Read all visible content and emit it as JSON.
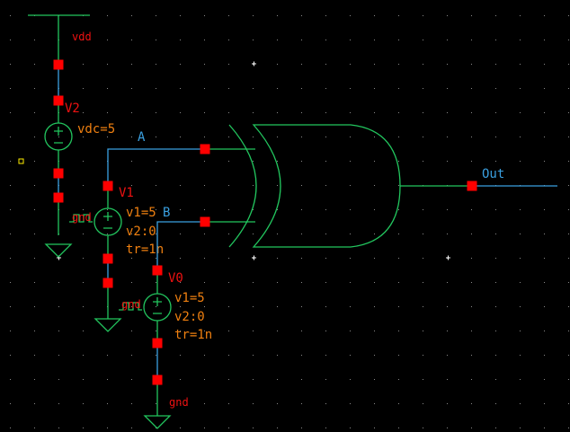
{
  "app": {
    "kind": "schematic-editor",
    "background": "#000000"
  },
  "colors": {
    "wire_green": "#22c55e",
    "wire_blue": "#3aa0e0",
    "pin_red": "#ff0000",
    "inst_name": "#ee1111",
    "param": "#f08010",
    "net_label": "#3aa0e0",
    "grid": "#8a8a8a",
    "marker": "#ffffff",
    "selection": "#ffee00"
  },
  "components": {
    "vdd": {
      "label": "vdd"
    },
    "v2": {
      "name": "V2",
      "params": [
        "vdc=5"
      ]
    },
    "v1": {
      "name": "V1",
      "params": [
        "v1=5",
        "v2:0",
        "tr=1n"
      ],
      "gnd_tag": "gnd"
    },
    "v0": {
      "name": "V0",
      "params": [
        "v1=5",
        "v2:0",
        "tr=1n"
      ],
      "gnd_tag": "gnd"
    },
    "gnd": {
      "label": "gnd"
    },
    "gate": {
      "type": "XOR"
    }
  },
  "nets": {
    "a": "A",
    "b": "B",
    "out": "Out"
  }
}
